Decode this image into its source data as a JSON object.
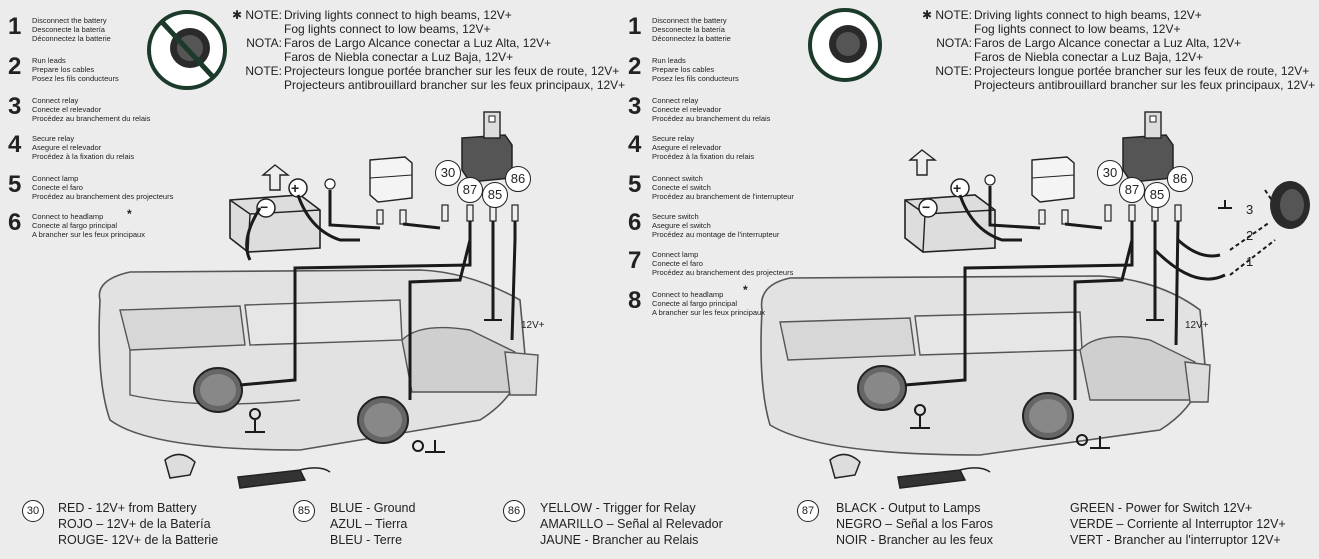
{
  "left": {
    "steps": [
      {
        "num": "1",
        "lines": [
          "Disconnect the battery",
          "Desconecte la batería",
          "Déconnectez la batterie"
        ]
      },
      {
        "num": "2",
        "lines": [
          "Run leads",
          "Prepare los cables",
          "Posez les fils conducteurs"
        ]
      },
      {
        "num": "3",
        "lines": [
          "Connect relay",
          "Conecte el relevador",
          "Procédez au branchement du relais"
        ]
      },
      {
        "num": "4",
        "lines": [
          "Secure relay",
          "Asegure el relevador",
          "Procédez à la fixation du relais"
        ]
      },
      {
        "num": "5",
        "lines": [
          "Connect lamp",
          "Conecte el faro",
          "Procédez au branchement des projecteurs"
        ]
      },
      {
        "num": "6",
        "lines": [
          "Connect to headlamp",
          "Conecte al fargo principal",
          "A brancher sur les feux principaux"
        ]
      }
    ],
    "star": "*",
    "notes": [
      {
        "label": "✱ NOTE:",
        "lines": [
          "Driving lights connect to high beams, 12V+",
          "Fog lights connect to low beams, 12V+"
        ]
      },
      {
        "label": "NOTA:",
        "lines": [
          "Faros de Largo Alcance conectar a Luz Alta, 12V+",
          "Faros de Niebla conectar a Luz Baja, 12V+"
        ]
      },
      {
        "label": "NOTE:",
        "lines": [
          "Projecteurs longue portée brancher sur les feux de route, 12V+",
          "Projecteurs antibrouillard brancher sur les feux principaux, 12V+"
        ]
      }
    ],
    "terminals": [
      "30",
      "87",
      "85",
      "86"
    ],
    "battery_plus": "+",
    "battery_minus": "−",
    "voltage_label": "12V+"
  },
  "right": {
    "steps": [
      {
        "num": "1",
        "lines": [
          "Disconnect the battery",
          "Desconecte la batería",
          "Déconnectez la batterie"
        ]
      },
      {
        "num": "2",
        "lines": [
          "Run leads",
          "Prepare los cables",
          "Posez les fils conducteurs"
        ]
      },
      {
        "num": "3",
        "lines": [
          "Connect relay",
          "Conecte el relevador",
          "Procédez au branchement du relais"
        ]
      },
      {
        "num": "4",
        "lines": [
          "Secure relay",
          "Asegure el relevador",
          "Procédez à la fixation du relais"
        ]
      },
      {
        "num": "5",
        "lines": [
          "Connect switch",
          "Conecte el switch",
          "Procédez au branchement de l'interrupteur"
        ]
      },
      {
        "num": "6",
        "lines": [
          "Secure switch",
          "Asegure el switch",
          "Procédez au montage de l'interrupteur"
        ]
      },
      {
        "num": "7",
        "lines": [
          "Connect lamp",
          "Conecte el faro",
          "Procédez au branchement des projecteurs"
        ]
      },
      {
        "num": "8",
        "lines": [
          "Connect to headlamp",
          "Conecte al fargo principal",
          "A brancher sur les feux principaux"
        ]
      }
    ],
    "star": "*",
    "notes": [
      {
        "label": "✱ NOTE:",
        "lines": [
          "Driving lights connect to high beams, 12V+",
          "Fog lights connect to low beams, 12V+"
        ]
      },
      {
        "label": "NOTA:",
        "lines": [
          "Faros de Largo Alcance conectar a Luz Alta, 12V+",
          "Faros de Niebla conectar a Luz Baja, 12V+"
        ]
      },
      {
        "label": "NOTE:",
        "lines": [
          "Projecteurs longue portée brancher sur les feux de route, 12V+",
          "Projecteurs antibrouillard brancher sur les feux principaux, 12V+"
        ]
      }
    ],
    "terminals": [
      "30",
      "87",
      "85",
      "86"
    ],
    "battery_plus": "+",
    "battery_minus": "−",
    "voltage_label": "12V+",
    "switch_pins": [
      "3",
      "2",
      "1"
    ]
  },
  "legend": [
    {
      "badge": "30",
      "lines": [
        "RED - 12V+ from Battery",
        "ROJO – 12V+ de la Batería",
        "ROUGE- 12V+ de la Batterie"
      ]
    },
    {
      "badge": "85",
      "lines": [
        "BLUE - Ground",
        "AZUL – Tierra",
        "BLEU - Terre"
      ]
    },
    {
      "badge": "86",
      "lines": [
        "YELLOW - Trigger for Relay",
        "AMARILLO – Señal al Relevador",
        "JAUNE - Brancher au Relais"
      ]
    },
    {
      "badge": "87",
      "lines": [
        "BLACK - Output to Lamps",
        "NEGRO – Señal a los Faros",
        "NOIR - Brancher au les feux"
      ]
    },
    {
      "badge": "",
      "lines": [
        "GREEN - Power for Switch 12V+",
        "VERDE – Corriente al Interruptor  12V+",
        "VERT - Brancher au l'interruptor 12V+"
      ]
    }
  ],
  "colors": {
    "wire": "#1a1a1a",
    "car_fill": "#e0e0e0",
    "car_stroke": "#555",
    "crossed_circle": "#1c3a2a"
  }
}
